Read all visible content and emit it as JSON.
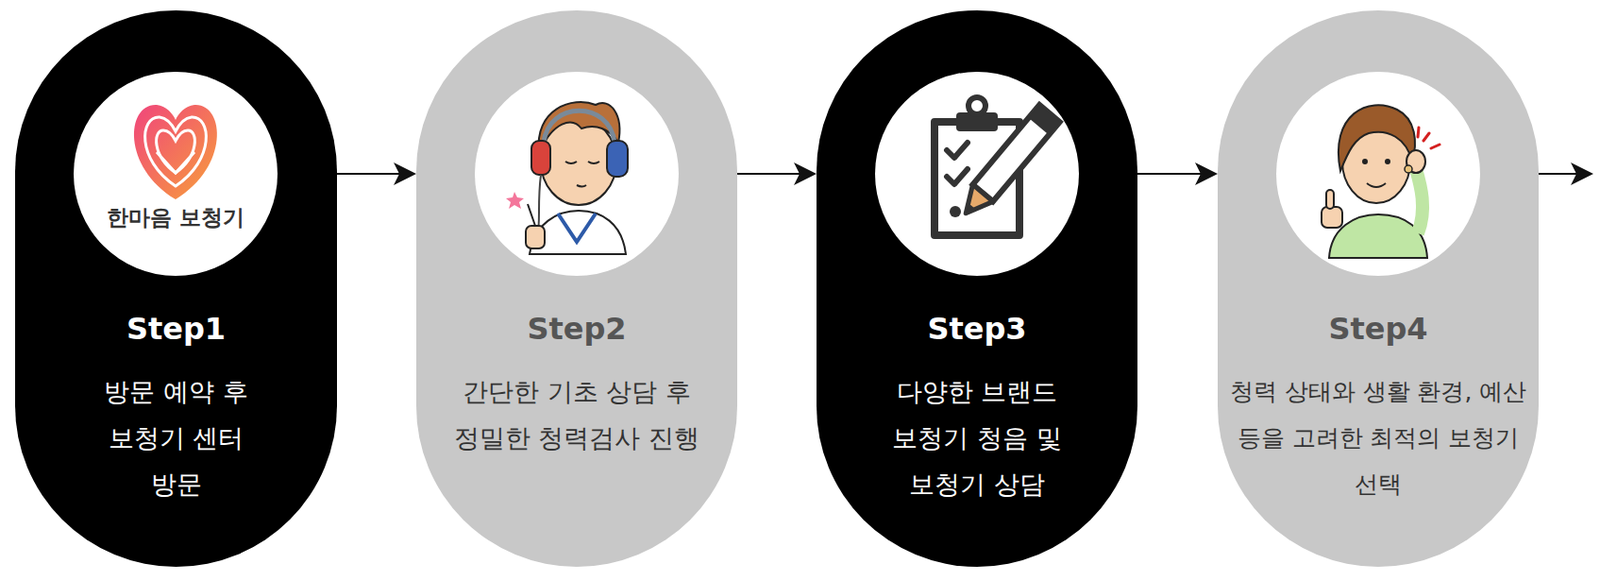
{
  "diagram": {
    "nodes": [
      {
        "text": [
          "Step1",
          "방문 예약 후 보청기 센터 방문"
        ]
      },
      {
        "text": [
          "Step2",
          "간단한 기초 상담 후 정밀한 청력검사 진행"
        ]
      },
      {
        "text": [
          "Step3",
          "다양한 브랜드 보청기 청음 및 보청기 상담"
        ]
      },
      {
        "text": [
          "Step4",
          "청력 상태와 생활 환경, 예산 등을 고려한 최적의 보청기 선택"
        ]
      }
    ],
    "edges": [
      {
        "from": 0,
        "to": 1,
        "arrow": "to"
      },
      {
        "from": 1,
        "to": 2,
        "arrow": "to"
      },
      {
        "from": 2,
        "to": 3,
        "arrow": "to"
      }
    ],
    "labels": [
      "한마음 보청기"
    ]
  }
}
